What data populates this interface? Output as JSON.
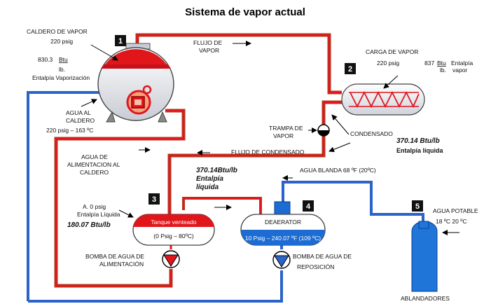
{
  "title": "Sistema de vapor actual",
  "badges": [
    "1",
    "2",
    "3",
    "4",
    "5"
  ],
  "boiler": {
    "name": "CALDERO DE VAPOR",
    "pressure": "220 psig",
    "enthalpy_value": "830.3",
    "unit_top": "Btu",
    "unit_bottom": "lb.",
    "enthalpy_label": "Entalpía Vaporización",
    "feed_label_1": "AGUA AL",
    "feed_label_2": "CALDERO",
    "feed_conditions": "220 psig – 163 ºC"
  },
  "steam_flow": {
    "line1": "FLUJO DE",
    "line2": "VAPOR"
  },
  "load": {
    "name": "CARGA DE VAPOR",
    "pressure": "220 psig",
    "enthalpy_value": "837",
    "unit_top": "Btu",
    "unit_bottom": "lb.",
    "enthalpy_label_1": "Entalpía",
    "enthalpy_label_2": "vapor"
  },
  "trap": {
    "line1": "TRAMPA DE",
    "line2": "VAPOR"
  },
  "condensate": {
    "label": "CONDENSADO",
    "enthalpy": "370.14 Btu/lb",
    "enthalpy_label": "Entalpía líquida",
    "flow_label": "FLUJO DE CONDENSADO"
  },
  "feedwater_line": {
    "line1": "AGUA DE",
    "line2": "ALIMENTACION AL",
    "line3": "CALDERO"
  },
  "mid_enthalpy": {
    "line1": "370.14Btu/lb",
    "line2": "Entalpía",
    "line3": "líquida"
  },
  "soft_water": "AGUA BLANDA 68 ºF (20ºC)",
  "vented_tank": {
    "name": "Tanque venteado",
    "conditions": "(0 Psig – 80ºC)",
    "note_line1": "A. 0 psig",
    "note_line2": "Entalpía Líquida",
    "enthalpy": "180.07 Btu/lb"
  },
  "deaerator": {
    "name": "DEAERATOR",
    "conditions": "10 Psig – 240.07 ºF (109 ºC)"
  },
  "feed_pump": {
    "line1": "BOMBA DE AGUA DE",
    "line2": "ALIMENTACIÓN"
  },
  "makeup_pump": {
    "line1": "BOMBA DE AGUA DE",
    "line2": "REPOSICIÓN"
  },
  "potable": {
    "name": "AGUA POTABLE",
    "temps": "18 ºC  20 ºC"
  },
  "softeners": "ABLANDADORES",
  "colors": {
    "red": "#e0161b",
    "blue": "#2b63c9",
    "brown": "#b33a22",
    "softener": "#1f76d8",
    "deaerator": "#1c6cd3"
  }
}
